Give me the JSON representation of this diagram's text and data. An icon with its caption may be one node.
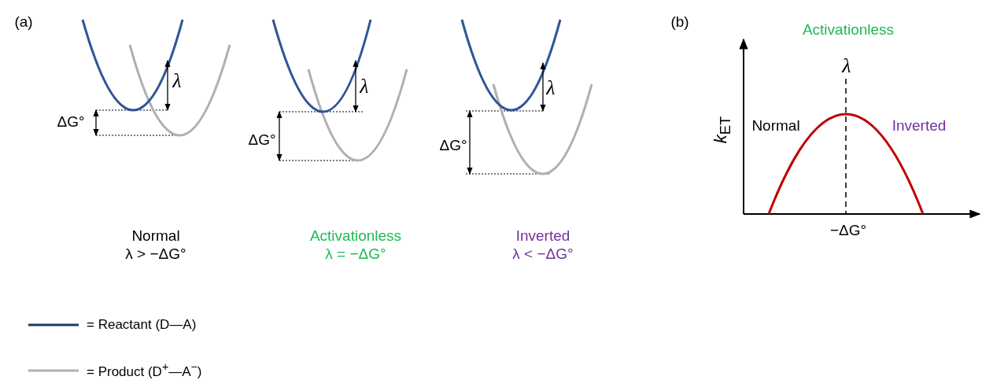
{
  "diagram": {
    "labels": [
      "(a)",
      "λ",
      "ΔG°",
      "λ",
      "ΔG°",
      "λ",
      "ΔG°",
      "(b)",
      "Activationless",
      "λ",
      "*k*$_{ET}$",
      "Normal",
      "Inverted",
      "−ΔG°",
      "Normal",
      "λ > −ΔG°",
      "Activationless",
      "λ = −ΔG°",
      "Inverted",
      "λ < −ΔG°"
    ],
    "legend": [
      {
        "text": "= Reactant (D—A)"
      },
      {
        "text": "= Product (D$^{+}$—A$^{−}$)"
      }
    ]
  }
}
